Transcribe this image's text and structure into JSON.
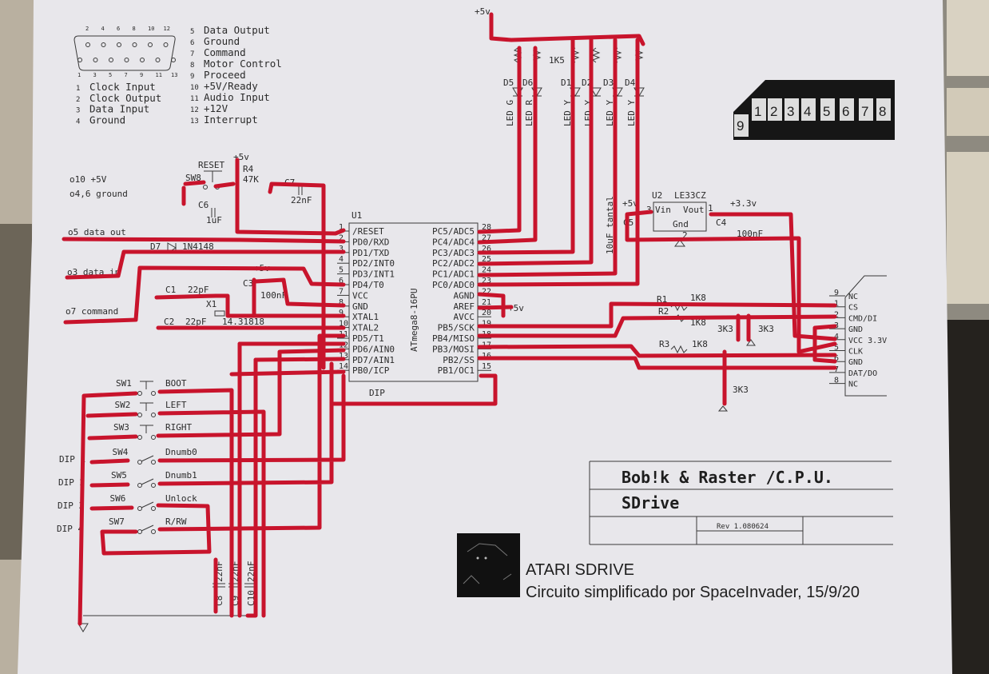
{
  "colors": {
    "wire": "#c8142c",
    "paper": "#e9e8ec",
    "ink": "#2b2b2b"
  },
  "connector_legend": {
    "top_pins": [
      "2",
      "4",
      "6",
      "8",
      "10",
      "12"
    ],
    "bottom_pins": [
      "1",
      "3",
      "5",
      "7",
      "9",
      "11",
      "13"
    ],
    "items": [
      {
        "num": "1",
        "label": "Clock Input"
      },
      {
        "num": "2",
        "label": "Clock Output"
      },
      {
        "num": "3",
        "label": "Data Input"
      },
      {
        "num": "4",
        "label": "Ground"
      },
      {
        "num": "5",
        "label": "Data Output"
      },
      {
        "num": "6",
        "label": "Ground"
      },
      {
        "num": "7",
        "label": "Command"
      },
      {
        "num": "8",
        "label": "Motor Control"
      },
      {
        "num": "9",
        "label": "Proceed"
      },
      {
        "num": "10",
        "label": "+5V/Ready"
      },
      {
        "num": "11",
        "label": "Audio Input"
      },
      {
        "num": "12",
        "label": "+12V"
      },
      {
        "num": "13",
        "label": "Interrupt"
      }
    ]
  },
  "notes": {
    "plus5": "o10 +5V",
    "ground": "o4,6 ground",
    "data_out": "o5 data out",
    "data_in": "o3 data in",
    "command": "o7 command"
  },
  "reset": {
    "sw": "SW8",
    "label": "RESET",
    "r4": "R4",
    "r4_value": "47K",
    "vcc": "+5v",
    "c6": "C6",
    "c6_value": "1uF",
    "c7": "C7",
    "c7_value": "22nF"
  },
  "d7": {
    "id": "D7",
    "part": "1N4148"
  },
  "crystal": {
    "c1": "C1",
    "c1_value": "22pF",
    "c2": "C2",
    "c2_value": "22pF",
    "x1": "X1",
    "x1_value": "14.31818",
    "c3": "C3",
    "c3_value": "100nF",
    "vcc": "+5v"
  },
  "u1": {
    "ref": "U1",
    "part": "ATmega8-16PU",
    "package": "DIP",
    "avcc_supply": "+5v",
    "left_pins": [
      {
        "n": "1",
        "label": "/RESET"
      },
      {
        "n": "2",
        "label": "PD0/RXD"
      },
      {
        "n": "3",
        "label": "PD1/TXD"
      },
      {
        "n": "4",
        "label": "PD2/INT0"
      },
      {
        "n": "5",
        "label": "PD3/INT1"
      },
      {
        "n": "6",
        "label": "PD4/T0"
      },
      {
        "n": "7",
        "label": "VCC"
      },
      {
        "n": "8",
        "label": "GND"
      },
      {
        "n": "9",
        "label": "XTAL1"
      },
      {
        "n": "10",
        "label": "XTAL2"
      },
      {
        "n": "11",
        "label": "PD5/T1"
      },
      {
        "n": "12",
        "label": "PD6/AIN0"
      },
      {
        "n": "13",
        "label": "PD7/AIN1"
      },
      {
        "n": "14",
        "label": "PB0/ICP"
      }
    ],
    "right_pins": [
      {
        "n": "28",
        "label": "PC5/ADC5"
      },
      {
        "n": "27",
        "label": "PC4/ADC4"
      },
      {
        "n": "26",
        "label": "PC3/ADC3"
      },
      {
        "n": "25",
        "label": "PC2/ADC2"
      },
      {
        "n": "24",
        "label": "PC1/ADC1"
      },
      {
        "n": "23",
        "label": "PC0/ADC0"
      },
      {
        "n": "22",
        "label": "AGND"
      },
      {
        "n": "21",
        "label": "AREF"
      },
      {
        "n": "20",
        "label": "AVCC"
      },
      {
        "n": "19",
        "label": "PB5/SCK"
      },
      {
        "n": "18",
        "label": "PB4/MISO"
      },
      {
        "n": "17",
        "label": "PB3/MOSI"
      },
      {
        "n": "16",
        "label": "PB2/SS"
      },
      {
        "n": "15",
        "label": "PB1/OC1"
      }
    ]
  },
  "leds": {
    "vcc": "+5v",
    "resistor": "1K5",
    "items": [
      {
        "id": "D5",
        "label": "LED G"
      },
      {
        "id": "D6",
        "label": "LED R"
      },
      {
        "id": "D1",
        "label": "LED Y"
      },
      {
        "id": "D2",
        "label": "LED Y"
      },
      {
        "id": "D3",
        "label": "LED Y"
      },
      {
        "id": "D4",
        "label": "LED Y"
      }
    ]
  },
  "switches": [
    {
      "id": "SW1",
      "label": "BOOT",
      "dip": ""
    },
    {
      "id": "SW2",
      "label": "LEFT",
      "dip": ""
    },
    {
      "id": "SW3",
      "label": "RIGHT",
      "dip": ""
    },
    {
      "id": "SW4",
      "label": "Dnumb0",
      "dip": "DIP 1"
    },
    {
      "id": "SW5",
      "label": "Dnumb1",
      "dip": "DIP 2"
    },
    {
      "id": "SW6",
      "label": "Unlock",
      "dip": "DIP 3"
    },
    {
      "id": "SW7",
      "label": "R/RW",
      "dip": "DIP 4"
    }
  ],
  "caps": [
    {
      "ref": "C8",
      "value": "22nF"
    },
    {
      "ref": "C9",
      "value": "22nF"
    },
    {
      "ref": "C10",
      "value": "22nF"
    }
  ],
  "regulator": {
    "ref": "U2",
    "part": "LE33CZ",
    "vin": "Vin",
    "vout": "Vout",
    "gnd": "Gnd",
    "pin_in": "3",
    "pin_out": "1",
    "pin_gnd": "2",
    "vin_supply": "+5v",
    "vout_supply": "+3.3v",
    "c5": "C5",
    "c5_value": "10uF tantal",
    "c4": "C4",
    "c4_value": "100nF"
  },
  "resistors": {
    "r1": "R1",
    "r2": "R2",
    "r3": "R3",
    "r_value": "1K8",
    "pull": "3K3"
  },
  "sd_card": {
    "pins": [
      {
        "n": "9",
        "label": "NC"
      },
      {
        "n": "1",
        "label": "CS"
      },
      {
        "n": "2",
        "label": "CMD/DI"
      },
      {
        "n": "3",
        "label": "GND"
      },
      {
        "n": "4",
        "label": "VCC 3.3V"
      },
      {
        "n": "5",
        "label": "CLK"
      },
      {
        "n": "6",
        "label": "GND"
      },
      {
        "n": "7",
        "label": "DAT/DO"
      },
      {
        "n": "8",
        "label": "NC"
      }
    ]
  },
  "atari_port": [
    "9",
    "1",
    "2",
    "3",
    "4",
    "5",
    "6",
    "7",
    "8"
  ],
  "title_block": {
    "authors": "Bob!k & Raster /C.P.U.",
    "project": "SDrive",
    "revision": "Rev 1.080624"
  },
  "footer": {
    "title": "ATARI SDRIVE",
    "credit": "Circuito simplificado por SpaceInvader, 15/9/20"
  }
}
